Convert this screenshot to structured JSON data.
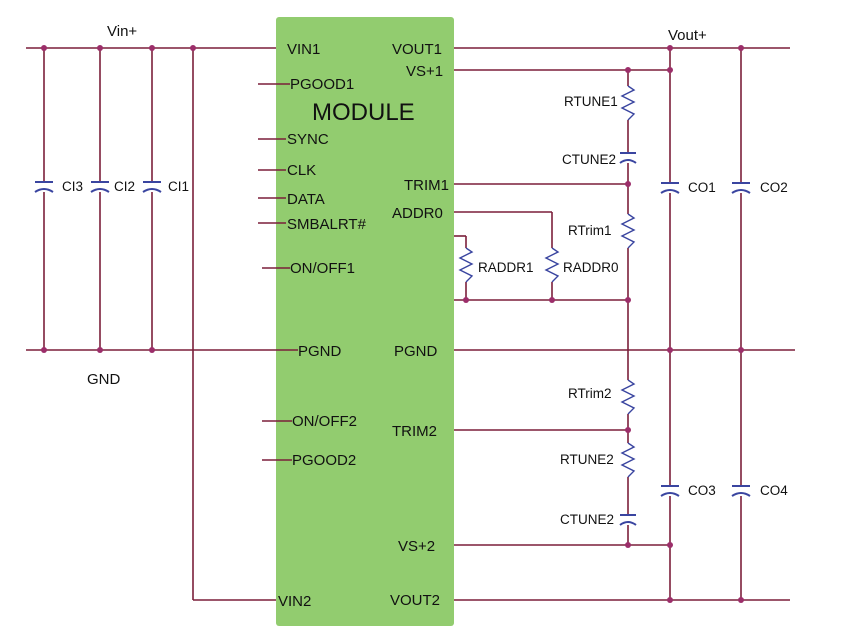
{
  "module": {
    "title": "MODULE",
    "color": "#92cc6f",
    "left_pins": [
      "VIN1",
      "PGOOD1",
      "SYNC",
      "CLK",
      "DATA",
      "SMBALRT#",
      "ON/OFF1",
      "PGND",
      "ON/OFF2",
      "PGOOD2",
      "VIN2"
    ],
    "right_pins": [
      "VOUT1",
      "VS+1",
      "TRIM1",
      "ADDR0",
      "PGND",
      "TRIM2",
      "VS+2",
      "VOUT2"
    ]
  },
  "nets": {
    "vin": "Vin+",
    "vout": "Vout+",
    "gnd": "GND"
  },
  "input_caps": [
    "CI3",
    "CI2",
    "CI1"
  ],
  "output_caps": [
    "CO1",
    "CO2",
    "CO3",
    "CO4"
  ],
  "tune": {
    "rtune1": "RTUNE1",
    "ctune2_top": "CTUNE2",
    "rtrim1": "RTrim1",
    "raddr1": "RADDR1",
    "raddr0": "RADDR0",
    "rtrim2": "RTrim2",
    "rtune2": "RTUNE2",
    "ctune2_bot": "CTUNE2"
  },
  "colors": {
    "wire": "#7b1f3a",
    "junction": "#9c2e6a",
    "component": "#3a45a0"
  }
}
